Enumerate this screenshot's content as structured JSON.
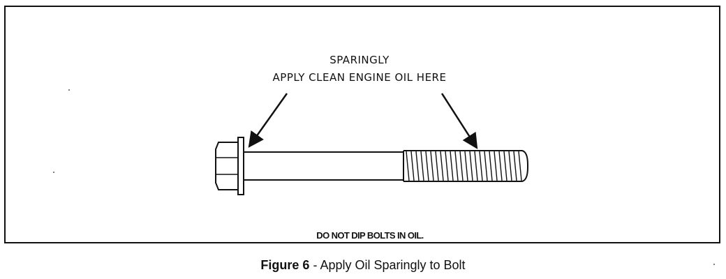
{
  "diagram": {
    "label_line_1": "SPARINGLY",
    "label_line_2": "APPLY CLEAN ENGINE OIL HERE",
    "warning": "DO NOT DIP BOLTS IN OIL."
  },
  "caption": {
    "figure": "Figure 6",
    "separator": " - ",
    "text": "Apply Oil Sparingly to Bolt"
  },
  "icons": [
    "bolt-illustration",
    "arrow-icon"
  ]
}
